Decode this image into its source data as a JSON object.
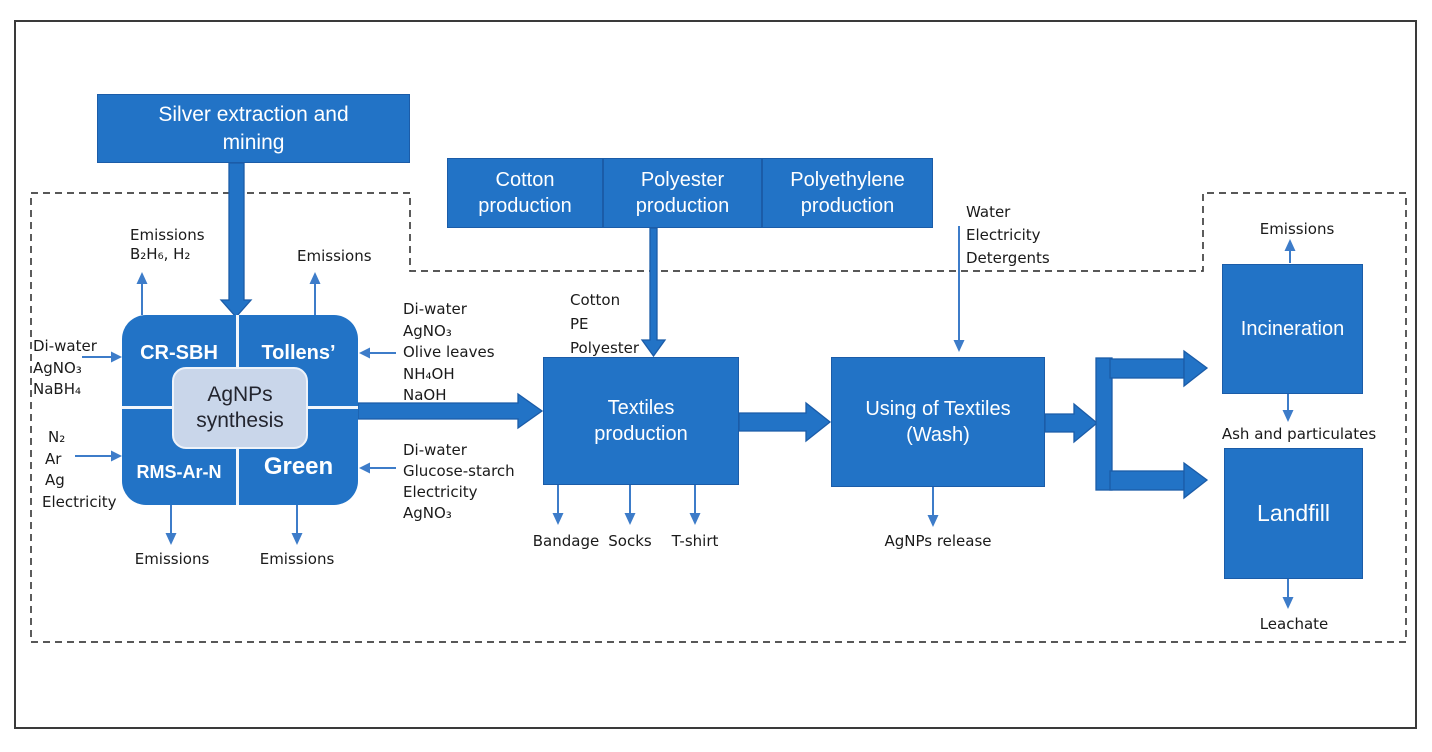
{
  "colors": {
    "box_blue": "#2273C6",
    "box_border": "#1B5CA8",
    "center_box_bg": "#C9D6EA",
    "center_box_text": "#23252F",
    "thin_arrow_blue": "#3D7CC9",
    "boundary_dash": "#404040",
    "label_text": "#1A1A1A",
    "box_text": "#FFFFFF"
  },
  "boxes": {
    "silver": [
      "Silver extraction and",
      "mining"
    ],
    "cotton": [
      "Cotton",
      "production"
    ],
    "polyester": [
      "Polyester",
      "production"
    ],
    "polyethylene": [
      "Polyethylene",
      "production"
    ],
    "textiles": [
      "Textiles",
      "production"
    ],
    "using": [
      "Using of Textiles",
      "(Wash)"
    ],
    "incineration": "Incineration",
    "landfill": "Landfill"
  },
  "synthesis": {
    "quadrant_tl": "CR-SBH",
    "quadrant_tr": "Tollens’",
    "quadrant_bl": "RMS-Ar-N",
    "quadrant_br": "Green",
    "center": [
      "AgNPs",
      "synthesis"
    ]
  },
  "labels": {
    "inputs_crsbh": [
      "Di-water",
      "AgNO₃",
      "NaBH₄"
    ],
    "inputs_rms": [
      "N₂",
      "Ar",
      "Ag",
      "Electricity"
    ],
    "emissions_crsbh": [
      "Emissions",
      "B₂H₆, H₂"
    ],
    "emissions_tollens": "Emissions",
    "inputs_tollens": [
      "Di-water",
      "AgNO₃",
      "Olive leaves",
      "NH₄OH",
      "NaOH"
    ],
    "inputs_green": [
      "Di-water",
      "Glucose-starch",
      "Electricity",
      "AgNO₃"
    ],
    "emissions_rms": "Emissions",
    "emissions_green": "Emissions",
    "textile_inputs": [
      "Cotton",
      "PE",
      "Polyester"
    ],
    "wash_inputs": [
      "Water",
      "Electricity",
      "Detergents"
    ],
    "products": [
      "Bandage",
      "Socks",
      "T-shirt"
    ],
    "agnps_release": "AgNPs release",
    "emissions_incineration": "Emissions",
    "ash": "Ash and particulates",
    "leachate": "Leachate"
  }
}
